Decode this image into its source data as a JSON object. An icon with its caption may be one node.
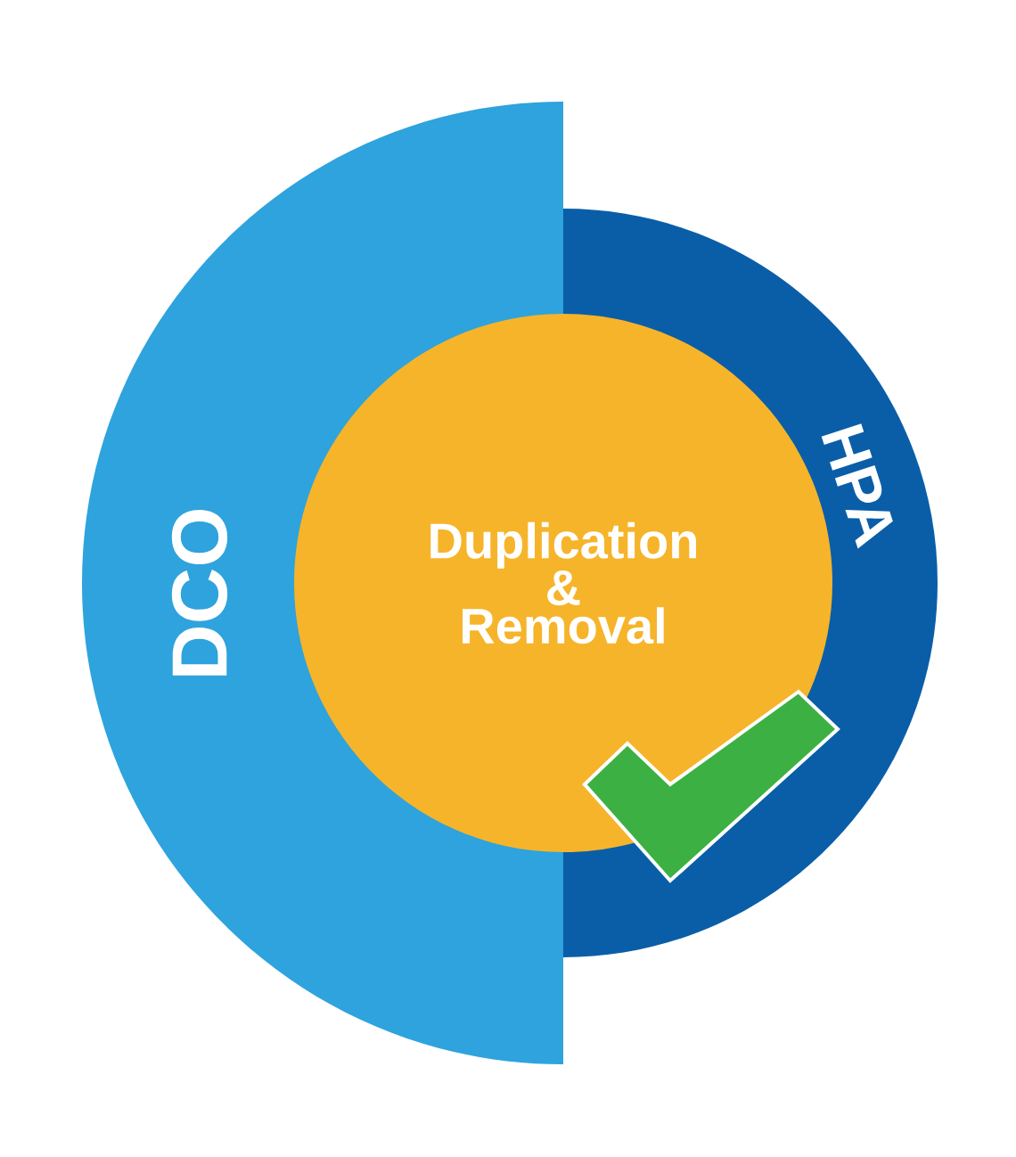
{
  "diagram": {
    "nodes": [
      {
        "text": [
          "DCO"
        ]
      },
      {
        "text": [
          "HPA"
        ]
      },
      {
        "text": [
          "Duplication & Removal"
        ]
      }
    ]
  }
}
